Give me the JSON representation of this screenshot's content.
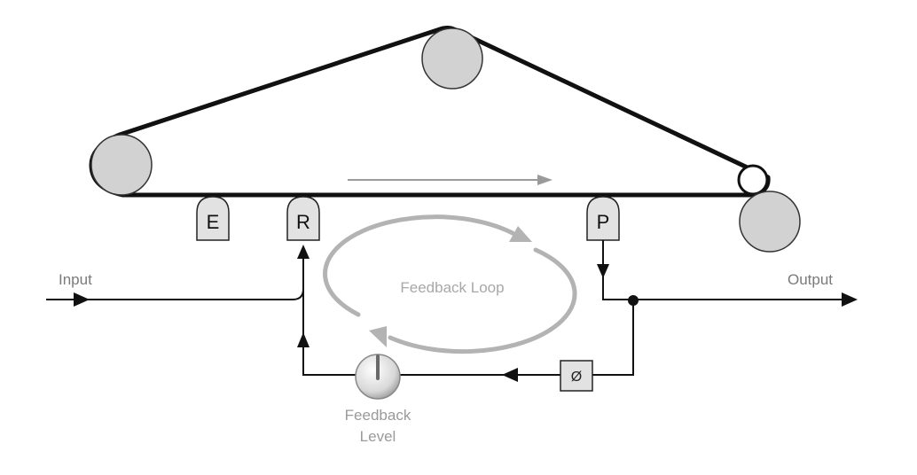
{
  "heads": {
    "erase": "E",
    "record": "R",
    "play": "P"
  },
  "labels": {
    "input": "Input",
    "output": "Output",
    "feedback_loop": "Feedback Loop",
    "feedback_level_line1": "Feedback",
    "feedback_level_line2": "Level",
    "phase_invert": "Ø"
  },
  "colors": {
    "line": "#111111",
    "roller_fill": "#d2d2d2",
    "head_fill": "#e2e2e2",
    "loop_arrow": "#b3b3b3",
    "tape_direction_arrow": "#9a9a9a",
    "label_gray": "#7a7a7a"
  },
  "icons": {
    "knob": "feedback-level-knob-icon",
    "phase": "phase-invert-icon"
  }
}
